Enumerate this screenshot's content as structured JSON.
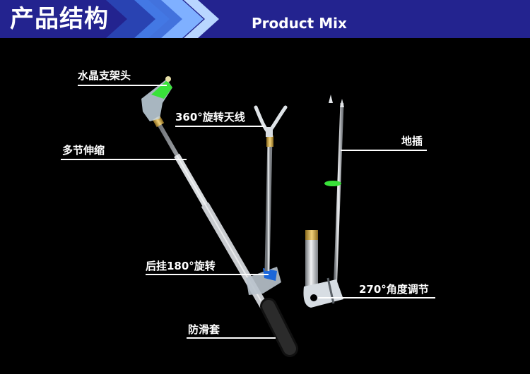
{
  "header": {
    "title": "产品结构",
    "subtitle": "Product Mix"
  },
  "labels": {
    "crystal_head": "水晶支架头",
    "telescopic": "多节伸缩",
    "antenna_360": "360°旋转天线",
    "rear_hang_180": "后挂180°旋转",
    "anti_slip": "防滑套",
    "ground_spike": "地插",
    "adjust_270": "270°角度调节"
  },
  "colors": {
    "header_bg": "#23238f",
    "accent_blue": "#1b66d9",
    "head_green": "#39e23a"
  }
}
